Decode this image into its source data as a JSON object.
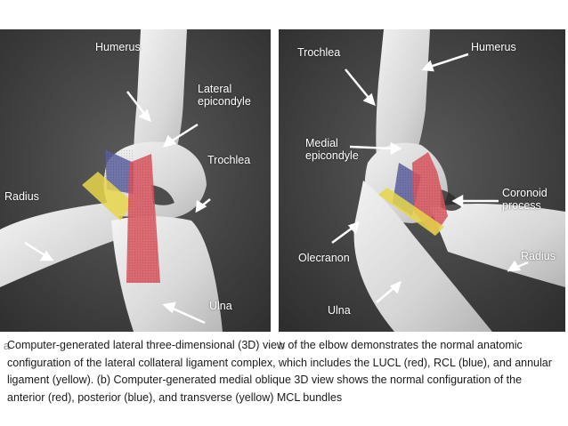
{
  "panel_a": {
    "letter": "a",
    "labels": {
      "humerus": "Humerus",
      "lateral_epicondyle": "Lateral\nepicondyle",
      "trochlea": "Trochlea",
      "radius": "Radius",
      "ulna": "Ulna"
    }
  },
  "panel_b": {
    "letter": "b",
    "labels": {
      "trochlea": "Trochlea",
      "humerus": "Humerus",
      "medial_epicondyle": "Medial\nepicondyle",
      "coronoid_process": "Coronoid\nprocess",
      "olecranon": "Olecranon",
      "radius": "Radius",
      "ulna": "Ulna"
    }
  },
  "caption": "Computer-generated lateral three-dimensional (3D) view of the elbow demonstrates the normal anatomic configuration of the lateral collateral ligament complex, which includes the LUCL (red), RCL (blue), and annular ligament (yellow). (b) Computer-generated medial oblique 3D view shows the normal configuration of the anterior (red), posterior (blue), and transverse (yellow) MCL bundles",
  "colors": {
    "ligament_red": "#d9535e",
    "ligament_blue": "#5b5f9e",
    "ligament_yellow": "#e8d64a",
    "background_dark": "#3e3e3e",
    "bone": "#e6e6e6"
  }
}
